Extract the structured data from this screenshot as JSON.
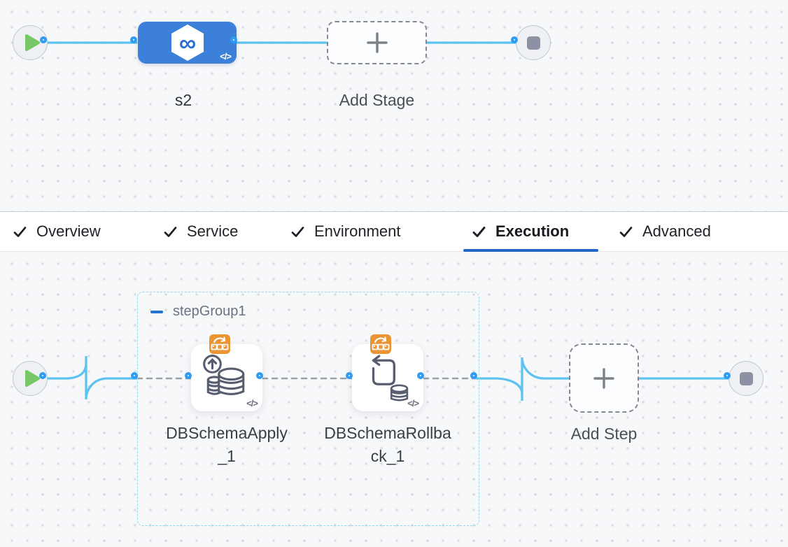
{
  "pipeline_stage_graph": {
    "start_node_icon": "play-icon",
    "end_node_icon": "stop-icon",
    "stage_node": {
      "name": "s2",
      "icon": "cd-hexagon-icon",
      "glyph": "∞",
      "code_toggle": "</>"
    },
    "add_stage": {
      "label": "Add Stage",
      "icon": "plus-icon"
    }
  },
  "tab_bar": {
    "tabs": [
      {
        "label": "Overview",
        "icon": "check-icon",
        "active": false
      },
      {
        "label": "Service",
        "icon": "check-icon",
        "active": false
      },
      {
        "label": "Environment",
        "icon": "check-icon",
        "active": false
      },
      {
        "label": "Execution",
        "icon": "check-icon",
        "active": true
      },
      {
        "label": "Advanced",
        "icon": "check-icon",
        "active": false
      }
    ]
  },
  "execution_graph": {
    "start_node_icon": "play-icon",
    "end_node_icon": "stop-icon",
    "step_group": {
      "name": "stepGroup1",
      "collapse_icon": "minus-icon"
    },
    "steps": [
      {
        "name": "DBSchemaApply_1",
        "icon": "db-schema-apply-icon",
        "badge_icon": "db-devops-badge-icon",
        "code_toggle": "</>"
      },
      {
        "name": "DBSchemaRollback_1",
        "icon": "db-schema-rollback-icon",
        "badge_icon": "db-devops-badge-icon",
        "code_toggle": "</>"
      }
    ],
    "add_step": {
      "label": "Add Step",
      "icon": "plus-icon"
    }
  },
  "colors": {
    "stage_node_blue": "#3d80da",
    "connector_blue": "#5ec3f1",
    "port_ring_blue": "#2d9cf2",
    "active_tab_underline": "#2566c8",
    "step_group_border": "#92d7ec",
    "badge_orange": "#eb9434",
    "play_green": "#78c869",
    "canvas_background": "#f7f8fa"
  }
}
